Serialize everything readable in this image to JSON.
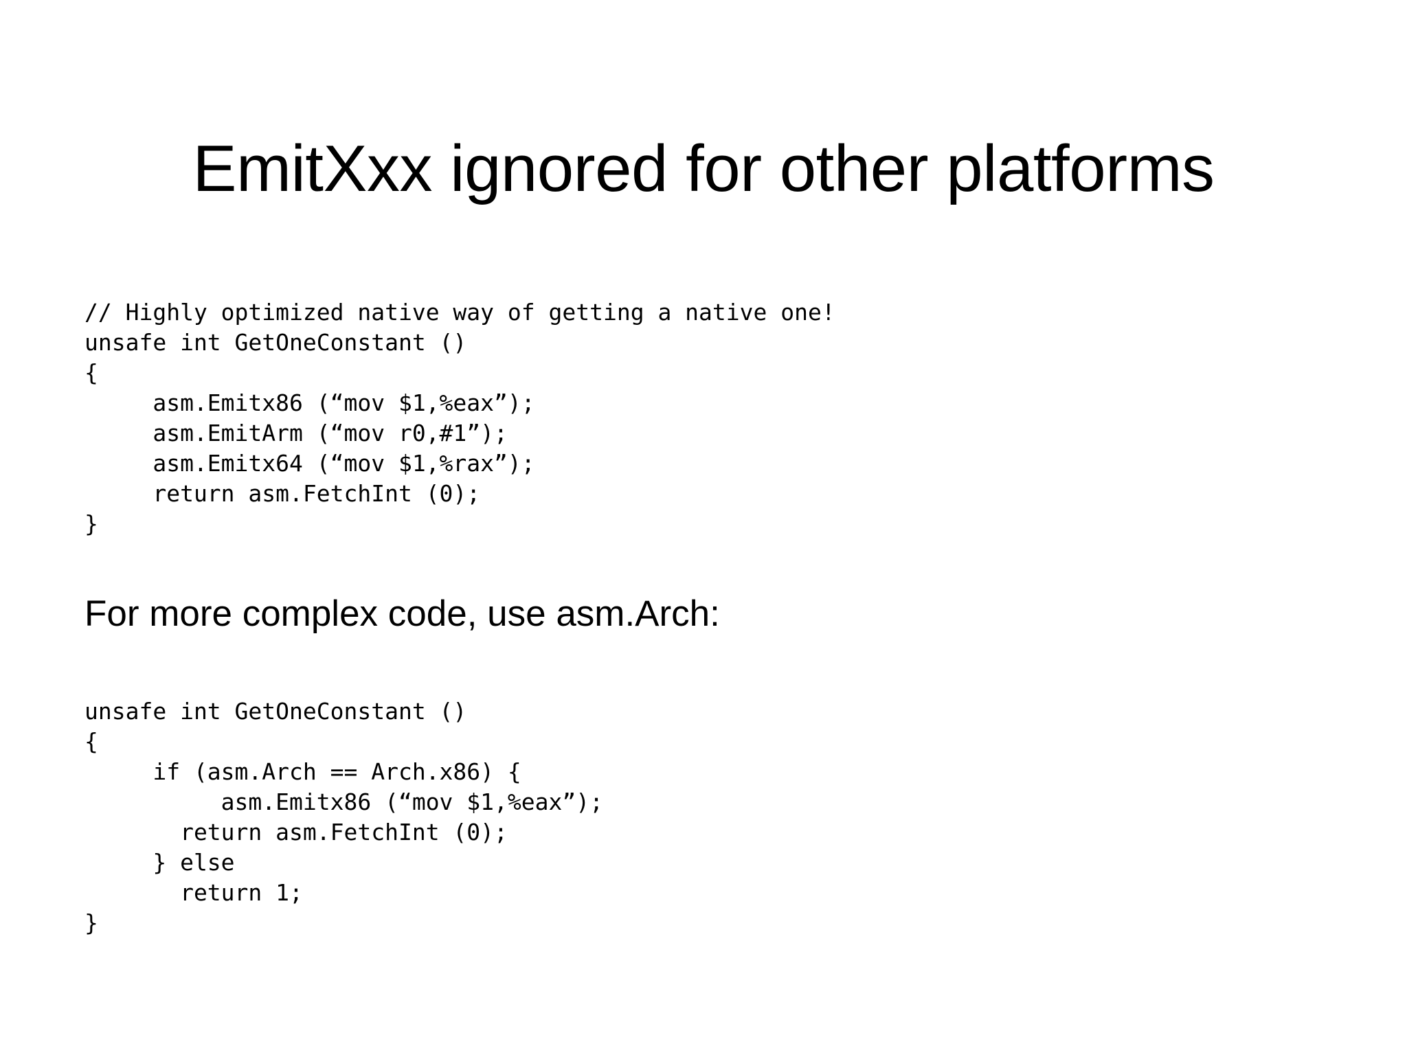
{
  "slide": {
    "title": "EmitXxx ignored for other platforms",
    "background_color": "#ffffff",
    "text_color": "#000000"
  },
  "code_block_1": {
    "name": "native-emit-code-sample",
    "lines": [
      "// Highly optimized native way of getting a native one!",
      "unsafe int GetOneConstant ()",
      "{",
      "     asm.Emitx86 (“mov $1,%eax”);",
      "     asm.EmitArm (“mov r0,#1”);",
      "     asm.Emitx64 (“mov $1,%rax”);",
      "     return asm.FetchInt (0);",
      "}"
    ]
  },
  "mid_heading": {
    "text": "For more complex code, use asm.Arch:"
  },
  "code_block_2": {
    "name": "asm-arch-code-sample",
    "lines": [
      "unsafe int GetOneConstant ()",
      "{",
      "     if (asm.Arch == Arch.x86) {",
      "          asm.Emitx86 (“mov $1,%eax”);",
      "       return asm.FetchInt (0);",
      "     } else",
      "       return 1;",
      "}"
    ]
  }
}
